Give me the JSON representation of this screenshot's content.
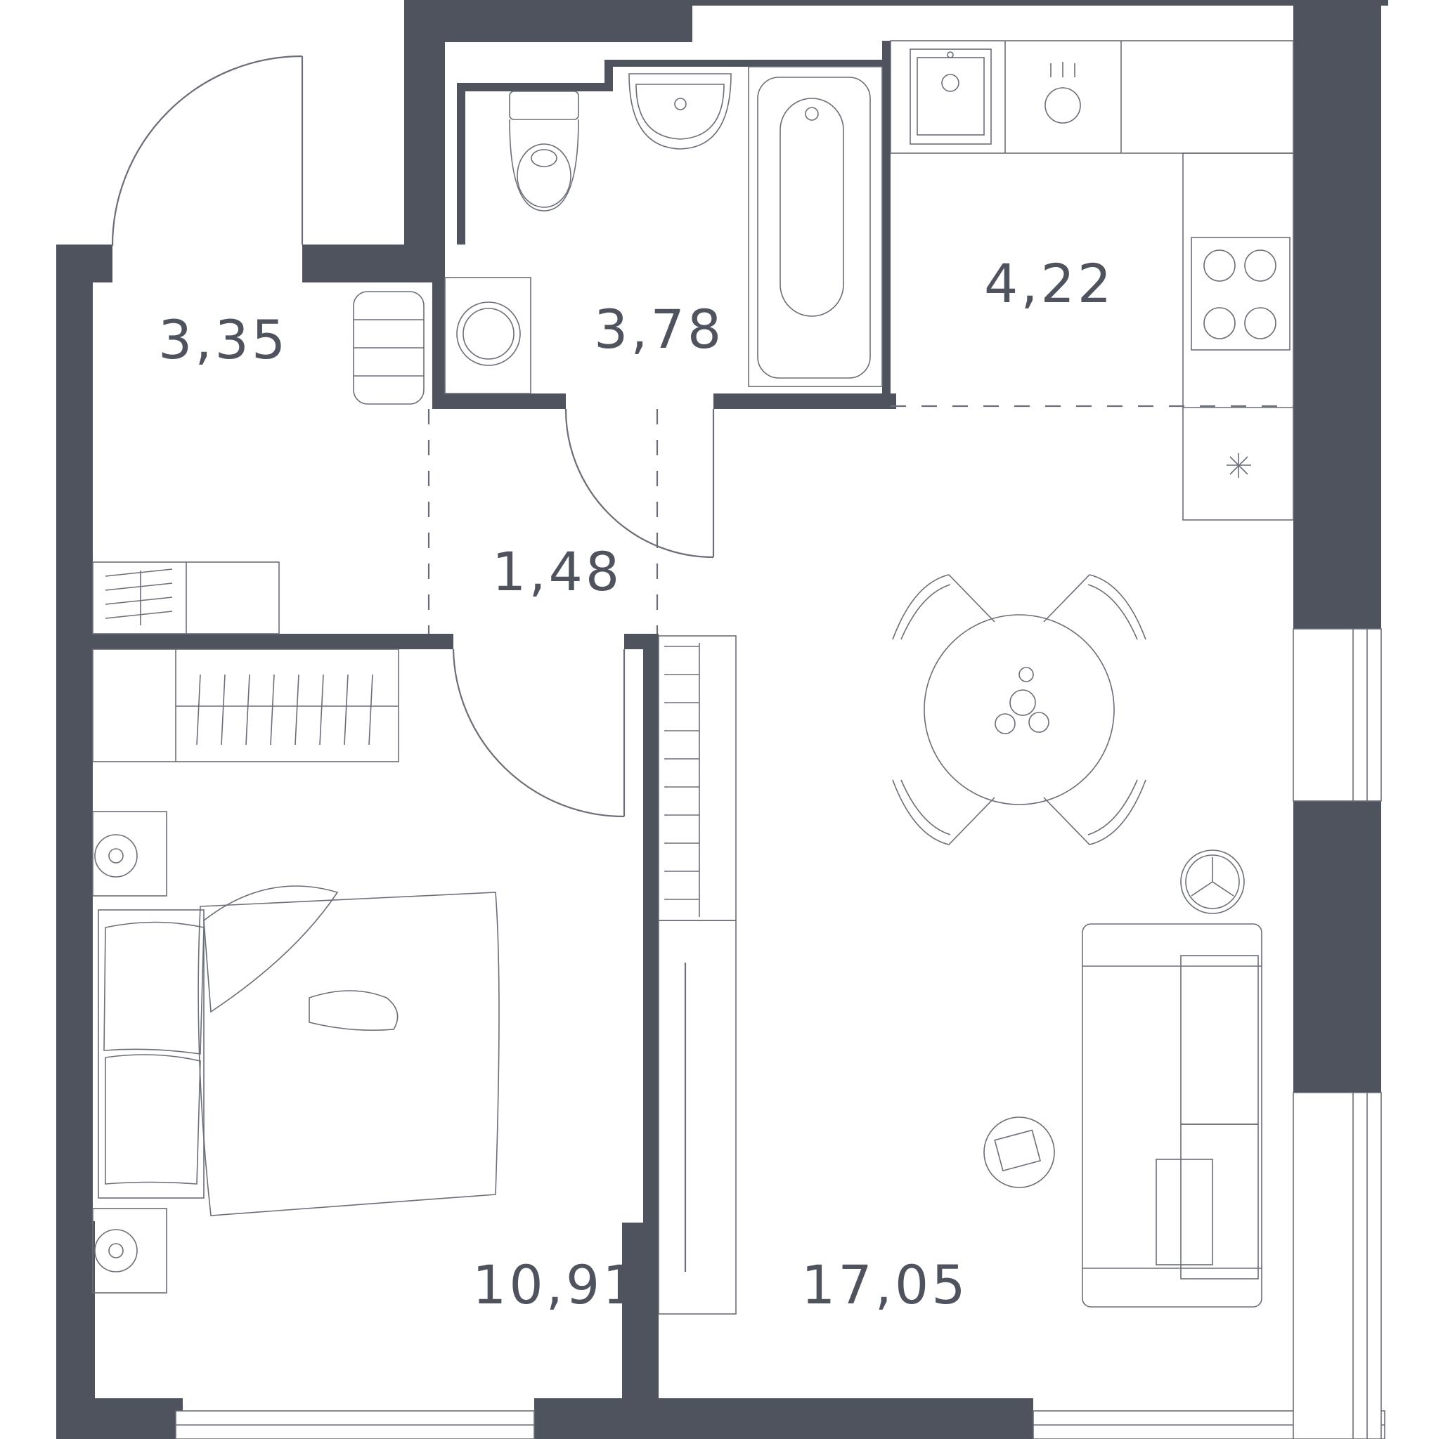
{
  "plan": {
    "wall_color": "#4f535e",
    "line_color": "#6a6e78",
    "rooms": [
      {
        "id": "hall",
        "area": "3,35"
      },
      {
        "id": "bathroom",
        "area": "3,78"
      },
      {
        "id": "kitchen",
        "area": "4,22"
      },
      {
        "id": "corridor",
        "area": "1,48"
      },
      {
        "id": "bedroom",
        "area": "10,91"
      },
      {
        "id": "living-room",
        "area": "17,05"
      }
    ]
  }
}
